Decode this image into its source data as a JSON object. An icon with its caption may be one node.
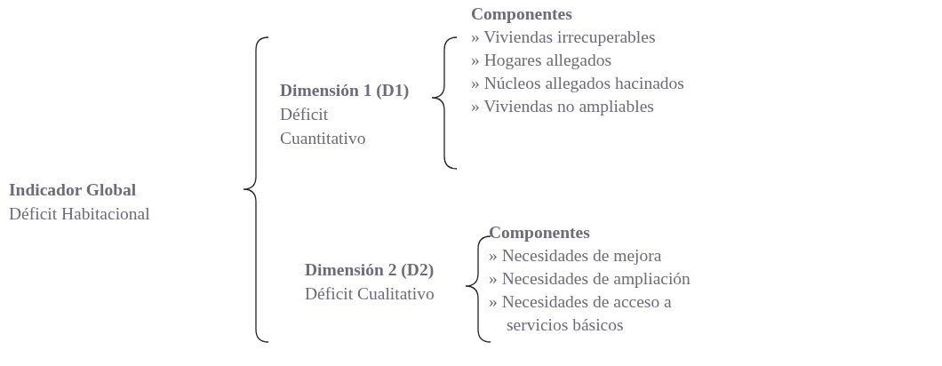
{
  "diagram": {
    "nodes": [
      {
        "text": [
          "Indicador Global",
          "Déficit Habitacional"
        ]
      },
      {
        "text": [
          "Dimensión 1 (D1)",
          "Déficit Cuantitativo"
        ]
      },
      {
        "text": [
          "Componentes",
          "» Viviendas irrecuperables",
          "» Hogares allegados",
          "» Núcleos allegados hacinados",
          "» Viviendas no ampliables"
        ]
      },
      {
        "text": [
          "Dimensión 2 (D2)",
          "Déficit Cualitativo"
        ]
      },
      {
        "text": [
          "Componentes",
          "» Necesidades de mejora",
          "» Necesidades de ampliación",
          "» Necesidades de acceso a servicios básicos"
        ]
      }
    ]
  }
}
